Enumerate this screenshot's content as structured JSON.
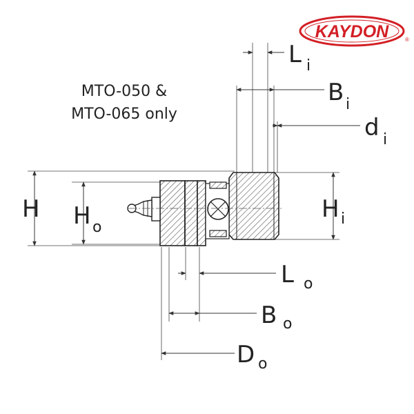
{
  "brand": {
    "logo_text": "KAYDON",
    "registered": "®",
    "color": "#d31f26"
  },
  "note": {
    "line1": "MTO-050 &",
    "line2": "MTO-065 only"
  },
  "dimensions": {
    "Li": {
      "main": "L",
      "sub": "i"
    },
    "Bi": {
      "main": "B",
      "sub": "i"
    },
    "di": {
      "main": "d",
      "sub": "i"
    },
    "H": {
      "main": "H",
      "sub": ""
    },
    "Ho": {
      "main": "H",
      "sub": "o"
    },
    "Hi": {
      "main": "H",
      "sub": "i"
    },
    "Lo": {
      "main": "L",
      "sub": "o"
    },
    "Bo": {
      "main": "B",
      "sub": "o"
    },
    "Do": {
      "main": "D",
      "sub": "o"
    }
  }
}
